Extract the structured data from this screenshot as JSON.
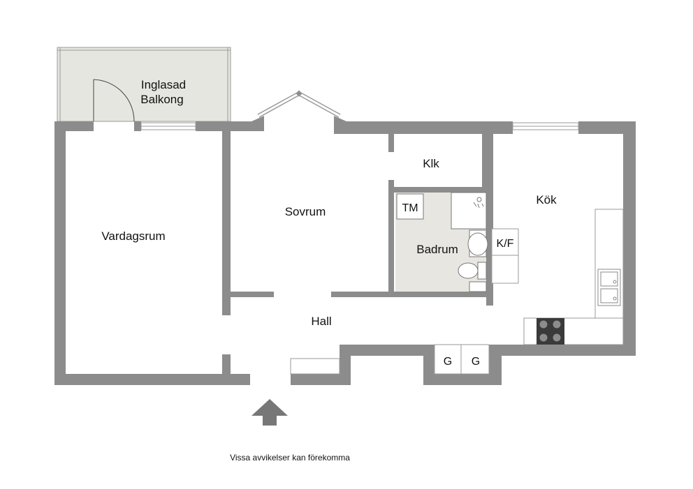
{
  "rooms": {
    "balcony_line1": "Inglasad",
    "balcony_line2": "Balkong",
    "living": "Vardagsrum",
    "bedroom": "Sovrum",
    "closet": "Klk",
    "kitchen": "Kök",
    "bathroom": "Badrum",
    "hall": "Hall"
  },
  "fixtures": {
    "washer": "TM",
    "fridge": "K/F",
    "wardrobe_1": "G",
    "wardrobe_2": "G"
  },
  "disclaimer": "Vissa avvikelser kan förekomma",
  "colors": {
    "wall": "#8c8c8c",
    "balcony_fill": "#e6e6e0",
    "bathroom_fill": "#e8e6e0",
    "line": "#9a9a9a"
  },
  "icons": {
    "entrance": "entrance-arrow-icon"
  }
}
